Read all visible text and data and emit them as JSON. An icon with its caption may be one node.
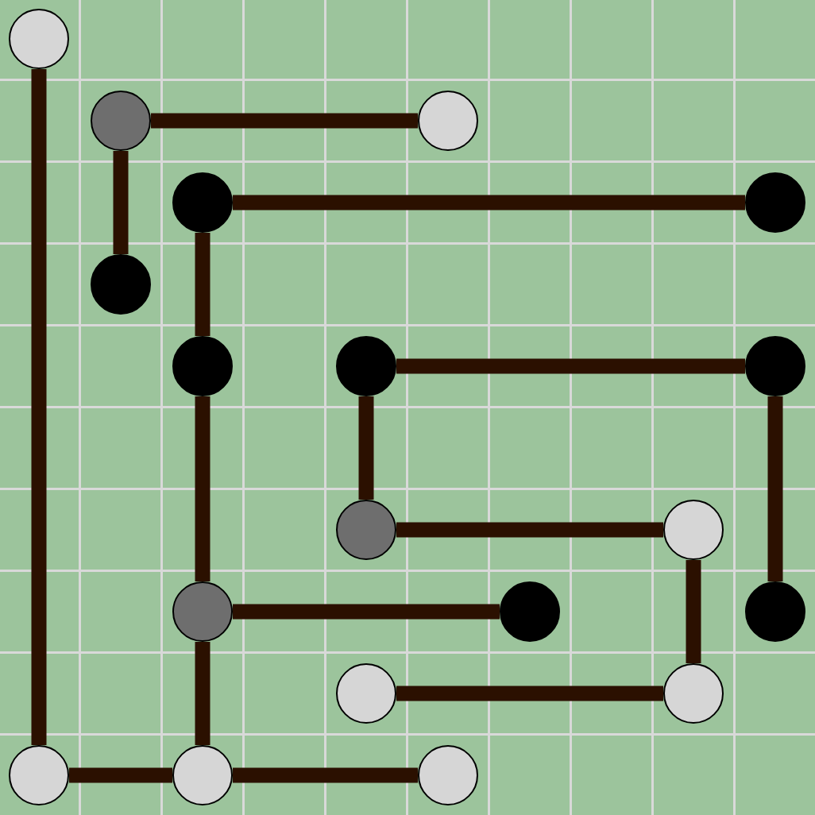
{
  "diagram": {
    "nodes": [
      {
        "text": [],
        "shape": "circle"
      },
      {
        "text": [],
        "shape": "circle"
      },
      {
        "text": [],
        "shape": "circle"
      },
      {
        "text": [],
        "shape": "circle"
      },
      {
        "text": [],
        "shape": "circle"
      },
      {
        "text": [],
        "shape": "circle"
      },
      {
        "text": [],
        "shape": "circle"
      },
      {
        "text": [],
        "shape": "circle"
      },
      {
        "text": [],
        "shape": "circle"
      },
      {
        "text": [],
        "shape": "circle"
      },
      {
        "text": [],
        "shape": "circle"
      },
      {
        "text": [],
        "shape": "circle"
      },
      {
        "text": [],
        "shape": "circle"
      },
      {
        "text": [],
        "shape": "circle"
      },
      {
        "text": [],
        "shape": "circle"
      },
      {
        "text": [],
        "shape": "circle"
      },
      {
        "text": [],
        "shape": "circle"
      },
      {
        "text": [],
        "shape": "circle"
      },
      {
        "text": [],
        "shape": "circle"
      }
    ],
    "edges": [
      {
        "from": 0,
        "to": 16,
        "arrow": "none"
      },
      {
        "from": 1,
        "to": 2,
        "arrow": "none"
      },
      {
        "from": 1,
        "to": 5,
        "arrow": "none"
      },
      {
        "from": 3,
        "to": 4,
        "arrow": "none"
      },
      {
        "from": 3,
        "to": 6,
        "arrow": "none"
      },
      {
        "from": 6,
        "to": 11,
        "arrow": "none"
      },
      {
        "from": 7,
        "to": 8,
        "arrow": "none"
      },
      {
        "from": 7,
        "to": 9,
        "arrow": "none"
      },
      {
        "from": 8,
        "to": 13,
        "arrow": "none"
      },
      {
        "from": 9,
        "to": 10,
        "arrow": "none"
      },
      {
        "from": 10,
        "to": 15,
        "arrow": "none"
      },
      {
        "from": 11,
        "to": 12,
        "arrow": "none"
      },
      {
        "from": 11,
        "to": 17,
        "arrow": "none"
      },
      {
        "from": 14,
        "to": 15,
        "arrow": "none"
      },
      {
        "from": 16,
        "to": 17,
        "arrow": "none"
      },
      {
        "from": 17,
        "to": 18,
        "arrow": "none"
      }
    ]
  }
}
